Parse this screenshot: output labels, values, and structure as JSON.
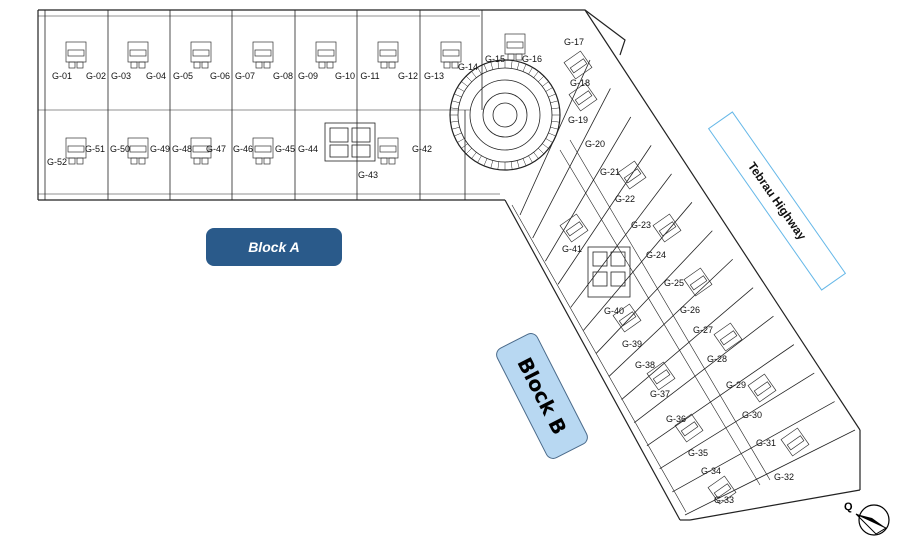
{
  "blocks": {
    "block_a": "Block A",
    "block_b": "Block B"
  },
  "road": {
    "name": "Tebrau Highway"
  },
  "compass": {
    "label": "Q"
  },
  "units_block_a_top": [
    "G-01",
    "G-02",
    "G-03",
    "G-04",
    "G-05",
    "G-06",
    "G-07",
    "G-08",
    "G-09",
    "G-10",
    "G-11",
    "G-12",
    "G-13",
    "G-14"
  ],
  "units_block_a_bottom": [
    "G-52",
    "G-51",
    "G-50",
    "G-49",
    "G-48",
    "G-47",
    "G-46",
    "G-45",
    "G-44",
    "G-43",
    "G-42"
  ],
  "units_corner": [
    "G-15",
    "G-16",
    "G-17",
    "G-18"
  ],
  "units_block_b_east": [
    "G-19",
    "G-20",
    "G-21",
    "G-22",
    "G-23",
    "G-24",
    "G-25",
    "G-26",
    "G-27",
    "G-28",
    "G-29",
    "G-30",
    "G-31",
    "G-32"
  ],
  "units_block_b_west": [
    "G-41",
    "G-40",
    "G-39",
    "G-38",
    "G-37",
    "G-36",
    "G-35",
    "G-34",
    "G-33"
  ],
  "colors": {
    "block_a_fill": "#2a5a8a",
    "block_b_fill": "#b8d8f2",
    "highway_border": "#66b8e8",
    "line": "#222222"
  }
}
